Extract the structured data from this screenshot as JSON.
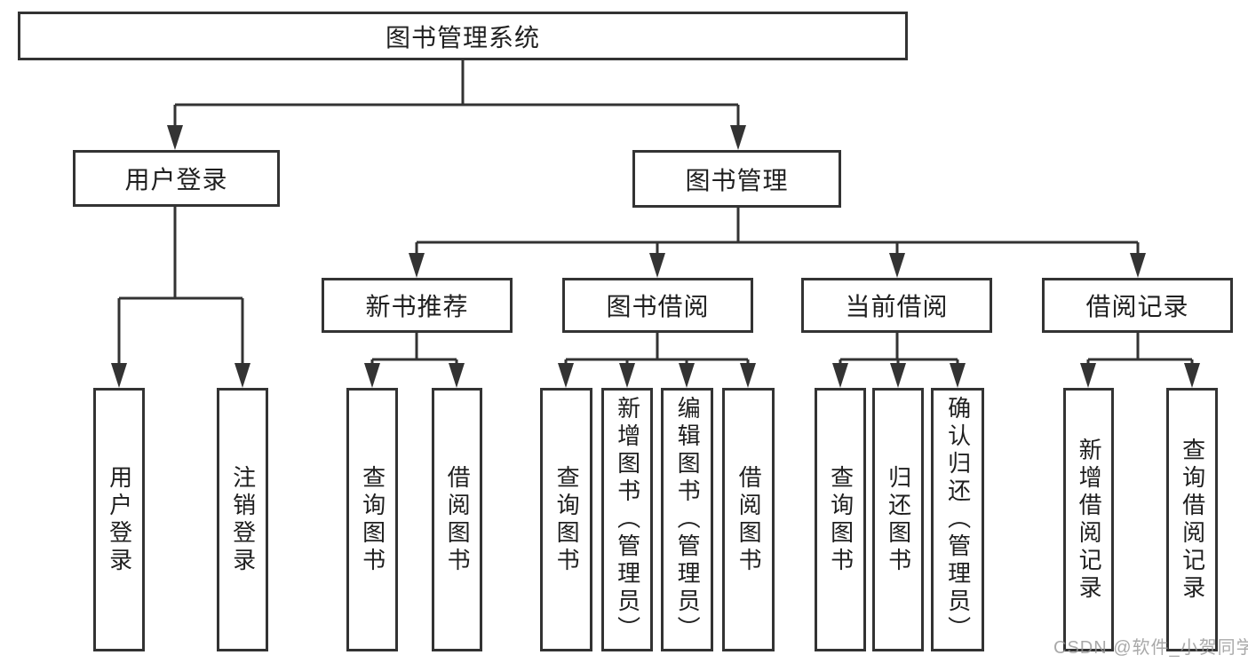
{
  "tree": {
    "label": "图书管理系统",
    "children": [
      {
        "label": "用户登录",
        "children": [
          {
            "label": "用户登录"
          },
          {
            "label": "注销登录"
          }
        ]
      },
      {
        "label": "图书管理",
        "children": [
          {
            "label": "新书推荐",
            "children": [
              {
                "label": "查询图书"
              },
              {
                "label": "借阅图书"
              }
            ]
          },
          {
            "label": "图书借阅",
            "children": [
              {
                "label": "查询图书"
              },
              {
                "label": "新增图书（管理员）"
              },
              {
                "label": "编辑图书（管理员）"
              },
              {
                "label": "借阅图书"
              }
            ]
          },
          {
            "label": "当前借阅",
            "children": [
              {
                "label": "查询图书"
              },
              {
                "label": "归还图书"
              },
              {
                "label": "确认归还（管理员）"
              }
            ]
          },
          {
            "label": "借阅记录",
            "children": [
              {
                "label": "新增借阅记录"
              },
              {
                "label": "查询借阅记录"
              }
            ]
          }
        ]
      }
    ]
  },
  "watermark": "CSDN @软件_小贺同学",
  "colors": {
    "box_border": "#333333",
    "connector_line": "#333333",
    "text": "#1f1f1f",
    "watermark": "#949494",
    "background": "#ffffff"
  }
}
